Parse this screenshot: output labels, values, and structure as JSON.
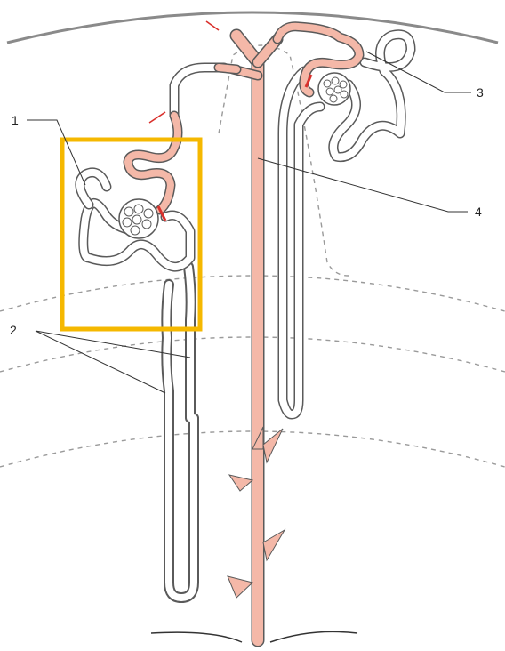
{
  "labels": {
    "l1": "1",
    "l2": "2",
    "l3": "3",
    "l4": "4"
  },
  "colors": {
    "capsule_line": "#8a8a8a",
    "zone_line": "#9a9a9a",
    "tubule_outline": "#5a5a5a",
    "collecting_duct": "#f4b8a8",
    "highlight_box": "#f5b800",
    "leader_line": "#333333",
    "red_mark": "#d9302c"
  }
}
